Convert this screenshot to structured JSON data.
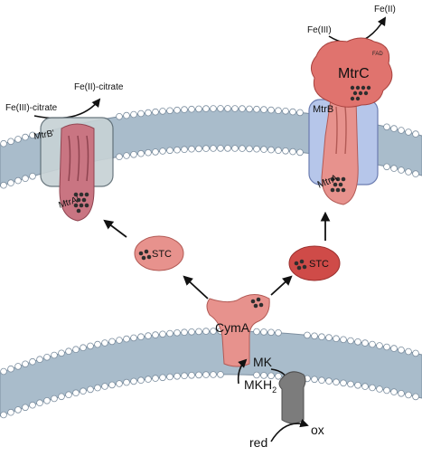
{
  "labels": {
    "fe3_citrate": "Fe(III)-citrate",
    "fe2_citrate": "Fe(II)-citrate",
    "fe3": "Fe(III)",
    "fe2": "Fe(II)",
    "fad": "FAD",
    "mtrc": "MtrC",
    "mtrb": "MtrB",
    "mtra_right": "MtrA",
    "mtrb_left": "MtrB'",
    "mtra_left": "MtrA'",
    "stc_left": "STC",
    "stc_right": "STC",
    "cyma": "CymA",
    "mk": "MK",
    "mkh2_base": "MKH",
    "mkh2_sub": "2",
    "red": "red",
    "ox": "ox"
  },
  "colors": {
    "membrane_fill": "#a9bccb",
    "membrane_head": "#ffffff",
    "membrane_head_stroke": "#7d8fa0",
    "protein_pink": "#e7928d",
    "protein_pink_dark": "#c9625f",
    "mtrc_red": "#e0736e",
    "stc_dark": "#cf4b48",
    "mtrb_blue": "#b6c6ea",
    "mtrb_grey": "#c7d2d5",
    "heme": "#2e2e2e",
    "quinone_grey": "#7c7c7c"
  }
}
